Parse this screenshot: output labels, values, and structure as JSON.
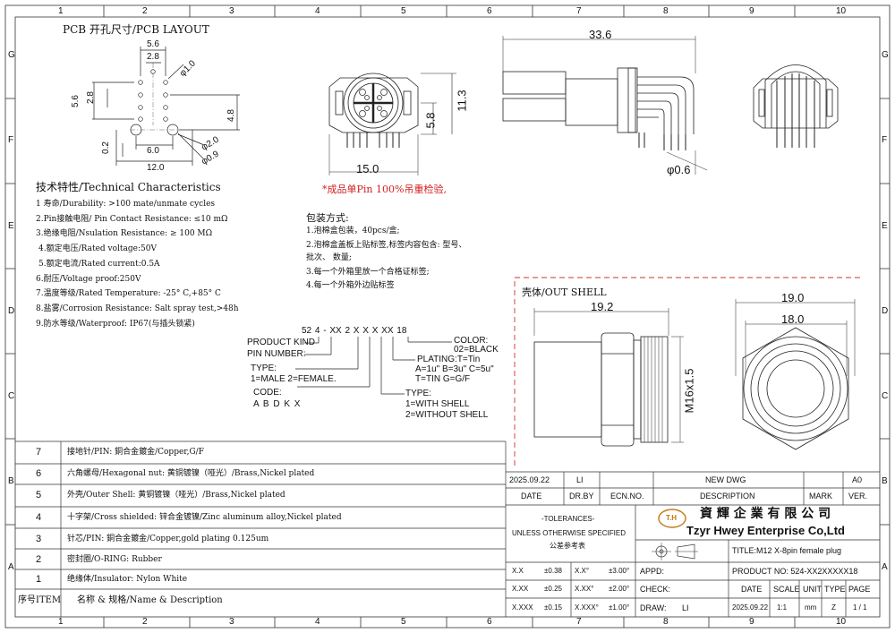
{
  "frame": {
    "cols": [
      "1",
      "2",
      "3",
      "4",
      "5",
      "6",
      "7",
      "8",
      "9",
      "10"
    ],
    "rows": [
      "G",
      "F",
      "E",
      "D",
      "C",
      "B",
      "A"
    ]
  },
  "pcb": {
    "title": "PCB 开孔尺寸/PCB LAYOUT",
    "dims": {
      "d56": "5.6",
      "d28": "2.8",
      "phi10": "φ1.0",
      "d56v": "5.6",
      "d28v": "2.8",
      "d48": "4.8",
      "d02": "0.2",
      "d60": "6.0",
      "phi20": "φ2.0",
      "phi09": "φ0.9",
      "d120": "12.0"
    }
  },
  "front": {
    "d150": "15.0",
    "d58": "5.8",
    "d113": "11.3"
  },
  "side": {
    "d336": "33.6",
    "phi06": "φ0.6"
  },
  "note_red": "*成品单Pin 100%吊重检验,",
  "tech": {
    "title": "技术特性/Technical Characteristics",
    "items": [
      "1 寿命/Durability: >100 mate/unmate cycles",
      "2.Pin接触电阻/ Pin Contact Resistance: ≤10 mΩ",
      "3.绝缘电阻/Nsulation Resistance: ≥ 100 MΩ",
      "4.额定电压/Rated voltage:50V",
      "5.额定电流/Rated current:0.5A",
      "6.耐压/Voltage proof:250V",
      "7.温度等级/Rated Temperature: -25° C,+85° C",
      "8.盐雾/Corrosion Resistance: Salt spray test,>48h",
      "9.防水等级/Waterproof: IP67(与插头锁紧)"
    ]
  },
  "pack": {
    "title": "包装方式:",
    "items": [
      "1.泡棉盒包装，40pcs/盒;",
      "2.泡棉盒盖板上贴标签,标签内容包含: 型号、",
      "批次、 数量;",
      "3.每一个外箱里放一个合格证标签;",
      "4.每一个外箱外边贴标签"
    ]
  },
  "code": {
    "string": "52 4 - XX 2 X X X XX 18",
    "product_kind": "PRODUCT KIND",
    "pin_number": "PIN NUMBER:",
    "type1": "TYPE:",
    "type1_vals": "1=MALE 2=FEMALE.",
    "code_label": "CODE:",
    "code_vals": "A B D K X",
    "color": "COLOR:",
    "color_val": "02=BLACK",
    "plating": "PLATING:T=Tin",
    "plating_v1": "A=1u\" B=3u\" C=5u\"",
    "plating_v2": "T=TIN G=G/F",
    "type2": "TYPE:",
    "type2_v1": "1=WITH SHELL",
    "type2_v2": "2=WITHOUT SHELL"
  },
  "shell": {
    "title": "壳体/OUT SHELL",
    "d192": "19.2",
    "d190": "19.0",
    "d180": "18.0",
    "m16": "M16x1.5"
  },
  "bom": {
    "rows": [
      {
        "no": "7",
        "desc": "接地针/PIN: 銅合金鍍金/Copper,G/F"
      },
      {
        "no": "6",
        "desc": "六角螺母/Hexagonal nut: 黄铜镀镍（哑光）/Brass,Nickel plated"
      },
      {
        "no": "5",
        "desc": "外壳/Outer Shell: 黄铜镀镍（哑光）/Brass,Nickel plated"
      },
      {
        "no": "4",
        "desc": "十字架/Cross shielded: 锌合金镀镍/Zinc aluminum alloy,Nickel plated"
      },
      {
        "no": "3",
        "desc": "针芯/PIN: 銅合金鍍金/Copper,gold plating 0.125um"
      },
      {
        "no": "2",
        "desc": "密封圈/O-RING: Rubber"
      },
      {
        "no": "1",
        "desc": "绝缘体/Insulator: Nylon White"
      }
    ],
    "header_no": "序号ITEM",
    "header_desc": "名称 & 规格/Name & Description"
  },
  "title_block": {
    "rev_date": "2025.09.22",
    "rev_by": "LI",
    "rev_desc": "NEW DWG",
    "rev_ver": "A0",
    "h_date": "DATE",
    "h_drby": "DR.BY",
    "h_ecn": "ECN.NO.",
    "h_desc": "DESCRIPTION",
    "h_mark": "MARK",
    "h_ver": "VER.",
    "tol_title": "-TOLERANCES-",
    "tol_sub": "UNLESS OTHERWISE SPECIFIED",
    "tol_cn": "公差参考表",
    "logo_text": "T.H",
    "company_cn": "資 輝 企 業 有 限 公 司",
    "company_en": "Tzyr Hwey Enterprise Co,Ltd",
    "title": "TITLE:M12 X-8pin female plug",
    "appd": "APPD:",
    "product_no": "PRODUCT NO: 524-XX2XXXXX18",
    "check": "CHECK:",
    "draw": "DRAW:",
    "drawer": "LI",
    "tol": [
      [
        "X.X",
        "±0.38",
        "X.X°",
        "±3.00°"
      ],
      [
        "X.XX",
        "±0.25",
        "X.XX°",
        "±2.00°"
      ],
      [
        "X.XXX",
        "±0.15",
        "X.XXX°",
        "±1.00°"
      ]
    ],
    "h2": [
      "DATE",
      "SCALE",
      "UNIT",
      "TYPE",
      "PAGE"
    ],
    "v2": [
      "2025.09.22",
      "1:1",
      "mm",
      "Z",
      "1 / 1"
    ]
  }
}
